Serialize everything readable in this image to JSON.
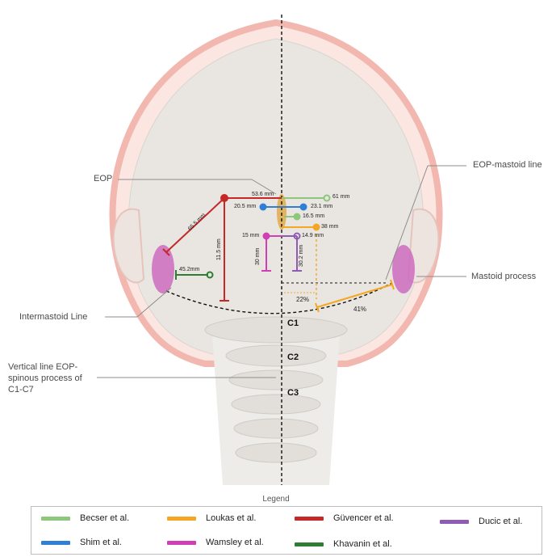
{
  "labels": {
    "eop": "EOP",
    "eop_mastoid_line": "EOP-mastoid line",
    "mastoid_process": "Mastoid process",
    "intermastoid_line": "Intermastoid Line",
    "vertical_line": "Vertical line EOP-spinous process of C1-C7"
  },
  "vertebrae": [
    "C1",
    "C2",
    "C3"
  ],
  "measurements": {
    "becser_61": "61 mm",
    "guvencer_53_6": "53.6 mm",
    "shim_20_5": "20.5 mm",
    "shim_23_1": "23.1 mm",
    "becser_16_5": "16.5 mm",
    "loukas_38": "38 mm",
    "wamsley_15": "15 mm",
    "ducic_14_9": "14.9 mm",
    "wamsley_30": "30 mm",
    "ducic_30_2": "30.2 mm",
    "guvencer_65_5": "65.5 mm",
    "guvencer_11_5": "11.5 mm",
    "khavanin_45_2": "45.2mm"
  },
  "percentages": {
    "p22": "22%",
    "p41": "41%"
  },
  "legend": {
    "title": "Legend",
    "items": [
      {
        "name": "Becser et al.",
        "color": "#8dc77b"
      },
      {
        "name": "Loukas et al.",
        "color": "#f5a623"
      },
      {
        "name": "Güvencer et al.",
        "color": "#c62828"
      },
      {
        "name": "Ducic et al.",
        "color": "#8e5bb5"
      },
      {
        "name": "Shim et al.",
        "color": "#2f7fd6"
      },
      {
        "name": "Wamsley et al.",
        "color": "#d13fb5"
      },
      {
        "name": "Khavanin et al.",
        "color": "#2e7d32"
      }
    ]
  },
  "colors": {
    "head_fill": "#e9e6e1",
    "head_outline": "#f2b8b0",
    "mastoid": "#cc6bc0",
    "eop_bump": "#e0a94a"
  }
}
